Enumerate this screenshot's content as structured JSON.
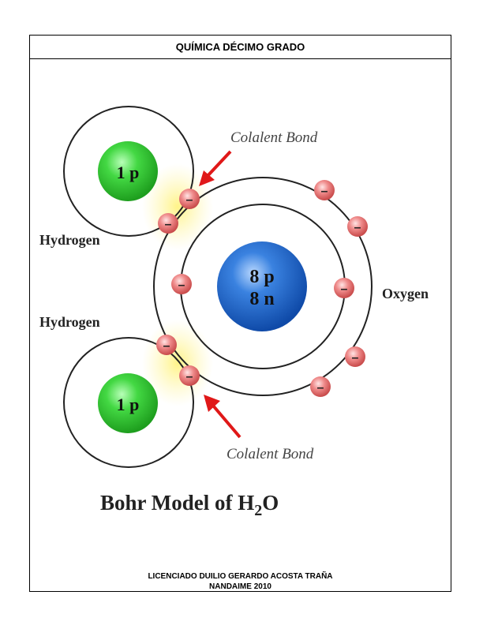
{
  "header": {
    "title": "QUÍMICA DÉCIMO  GRADO"
  },
  "diagram": {
    "title_main": "Bohr Model of H",
    "title_sub": "2",
    "title_end": "O",
    "hydrogen_top_label": "Hydrogen",
    "hydrogen_bottom_label": "Hydrogen",
    "oxygen_label": "Oxygen",
    "bond_top_label": "Colalent Bond",
    "bond_bottom_label": "Colalent Bond",
    "h_nucleus_top": "1 p",
    "h_nucleus_bottom": "1 p",
    "o_nucleus_protons": "8 p",
    "o_nucleus_neutrons": "8 n",
    "electron_sign": "–",
    "colors": {
      "hydrogen": "#2fc52f",
      "oxygen": "#1f63c4",
      "electron": "#e07070",
      "arrow": "#e01818"
    }
  },
  "footer": {
    "line1": "LICENCIADO DUILIO GERARDO ACOSTA TRAÑA",
    "line2": "NANDAIME  2010"
  }
}
